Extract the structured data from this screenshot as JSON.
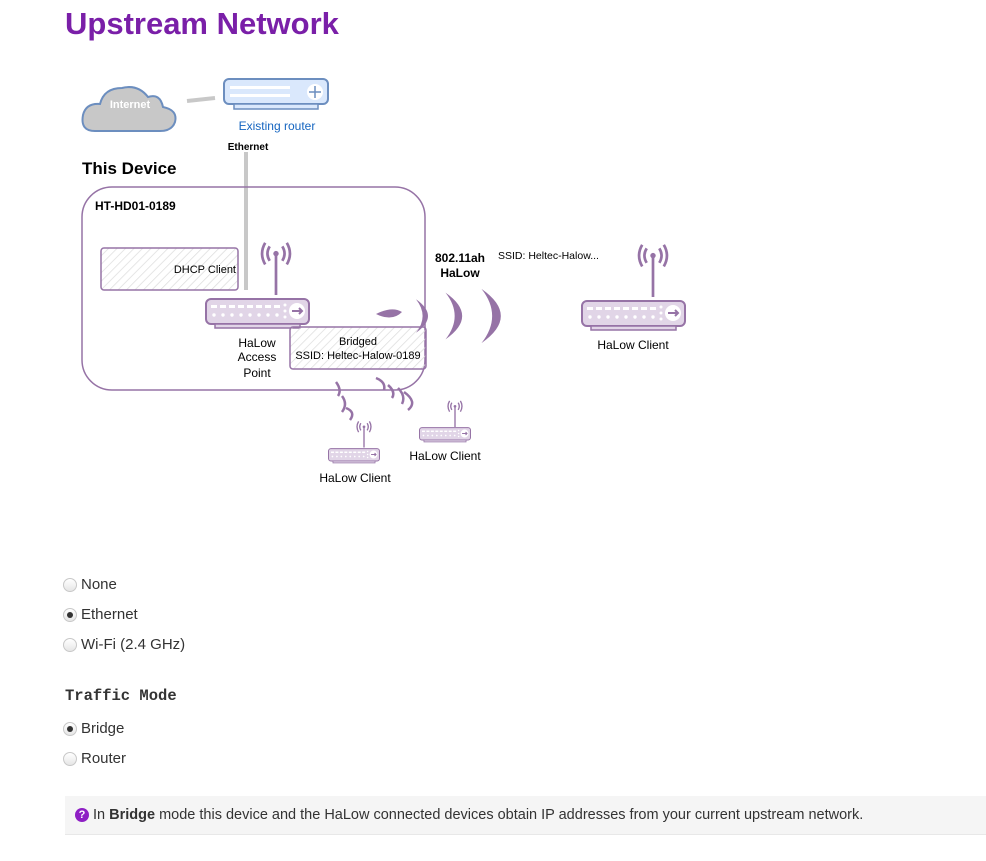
{
  "page_title": "Upstream Network",
  "diagram": {
    "internet_label": "Internet",
    "existing_router_label": "Existing router",
    "ethernet_label": "Ethernet",
    "this_device_label": "This Device",
    "device_name": "HT-HD01-0189",
    "dhcp_client_label": "DHCP Client",
    "ap_label_lines": [
      "HaLow",
      "Access",
      "Point"
    ],
    "bridged_label": "Bridged",
    "ssid_label": "SSID: Heltec-Halow-0189",
    "protocol_label_lines": [
      "802.11ah",
      "HaLow"
    ],
    "remote_ssid_label": "SSID: Heltec-Halow...",
    "client_labels": [
      "HaLow Client",
      "HaLow Client",
      "HaLow Client"
    ]
  },
  "upstream_options": [
    {
      "label": "None",
      "checked": false
    },
    {
      "label": "Ethernet",
      "checked": true
    },
    {
      "label": "Wi-Fi (2.4 GHz)",
      "checked": false
    }
  ],
  "traffic_mode": {
    "title": "Traffic Mode",
    "options": [
      {
        "label": "Bridge",
        "checked": true
      },
      {
        "label": "Router",
        "checked": false
      }
    ]
  },
  "info": {
    "icon": "question-circle-icon",
    "prefix": "In",
    "bold": "Bridge",
    "suffix": "mode this device and the HaLow connected devices obtain IP addresses from your current upstream network."
  },
  "colors": {
    "accent": "#7a1fa8",
    "diagram_purple": "#9673a6",
    "link_blue": "#1565c0"
  }
}
